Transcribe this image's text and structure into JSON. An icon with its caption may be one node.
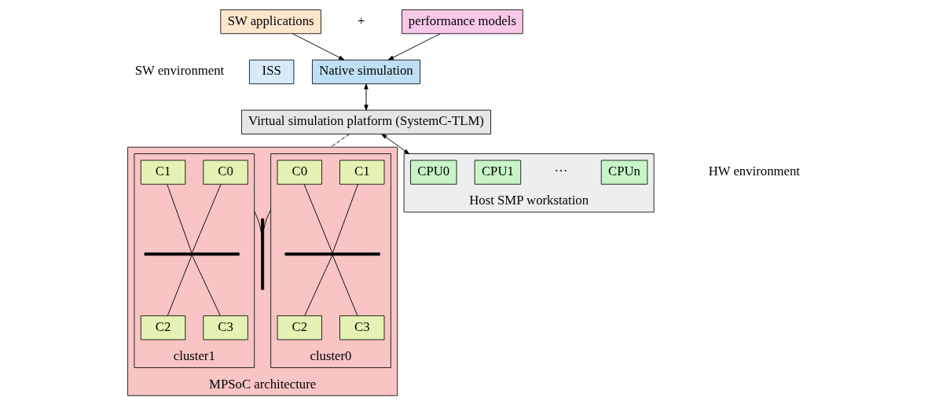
{
  "diagram": {
    "nodes": [
      {
        "text": [
          "SW applications"
        ]
      },
      {
        "text": [
          "performance models"
        ]
      },
      {
        "text": [
          "ISS"
        ]
      },
      {
        "text": [
          "Native simulation"
        ]
      },
      {
        "text": [
          "Virtual simulation platform (SystemC-TLM)"
        ]
      },
      {
        "text": [
          "MPSoC architecture"
        ]
      },
      {
        "text": [
          "cluster0"
        ],
        "in": 5
      },
      {
        "text": [
          "C0"
        ],
        "in": 6
      },
      {
        "text": [
          "C1"
        ],
        "in": 6
      },
      {
        "text": [],
        "shape": "bar",
        "in": 6
      },
      {
        "text": [
          "C2"
        ],
        "in": 6
      },
      {
        "text": [
          "C3"
        ],
        "in": 6
      },
      {
        "text": [],
        "shape": "bar",
        "in": 5
      },
      {
        "text": [
          "cluster1"
        ],
        "in": 5
      },
      {
        "text": [
          "C0"
        ],
        "in": 13
      },
      {
        "text": [
          "C1"
        ],
        "in": 13
      },
      {
        "text": [],
        "shape": "bar",
        "in": 13
      },
      {
        "text": [
          "C2"
        ],
        "in": 13
      },
      {
        "text": [
          "C3"
        ],
        "in": 13
      },
      {
        "text": [
          "Host SMP workstation"
        ]
      },
      {
        "text": [
          "CPU0"
        ],
        "in": 19
      },
      {
        "text": [
          "CPU1"
        ],
        "in": 19
      },
      {
        "text": [
          "CPUn"
        ],
        "in": 19
      }
    ],
    "edges": [
      {
        "from": 0,
        "to": 3,
        "arrow": "to"
      },
      {
        "from": 1,
        "to": 3,
        "arrow": "to"
      },
      {
        "from": 3,
        "to": 4,
        "arrow": "both"
      },
      {
        "from": 4,
        "to": 19,
        "arrow": "both"
      },
      {
        "from": 4,
        "to": 5,
        "arrow": "none",
        "style": "dashed"
      },
      {
        "from": 7,
        "to": 9,
        "arrow": "none"
      },
      {
        "from": 8,
        "to": 9,
        "arrow": "none"
      },
      {
        "from": 9,
        "to": 10,
        "arrow": "none"
      },
      {
        "from": 9,
        "to": 11,
        "arrow": "none"
      },
      {
        "from": 6,
        "to": 12,
        "arrow": "none"
      },
      {
        "from": 12,
        "to": 13,
        "arrow": "none"
      },
      {
        "from": 14,
        "to": 16,
        "arrow": "none"
      },
      {
        "from": 15,
        "to": 16,
        "arrow": "none"
      },
      {
        "from": 16,
        "to": 17,
        "arrow": "none"
      },
      {
        "from": 16,
        "to": 18,
        "arrow": "none"
      }
    ],
    "labels": [
      "+",
      "···",
      "SW environment",
      "HW environment"
    ]
  }
}
